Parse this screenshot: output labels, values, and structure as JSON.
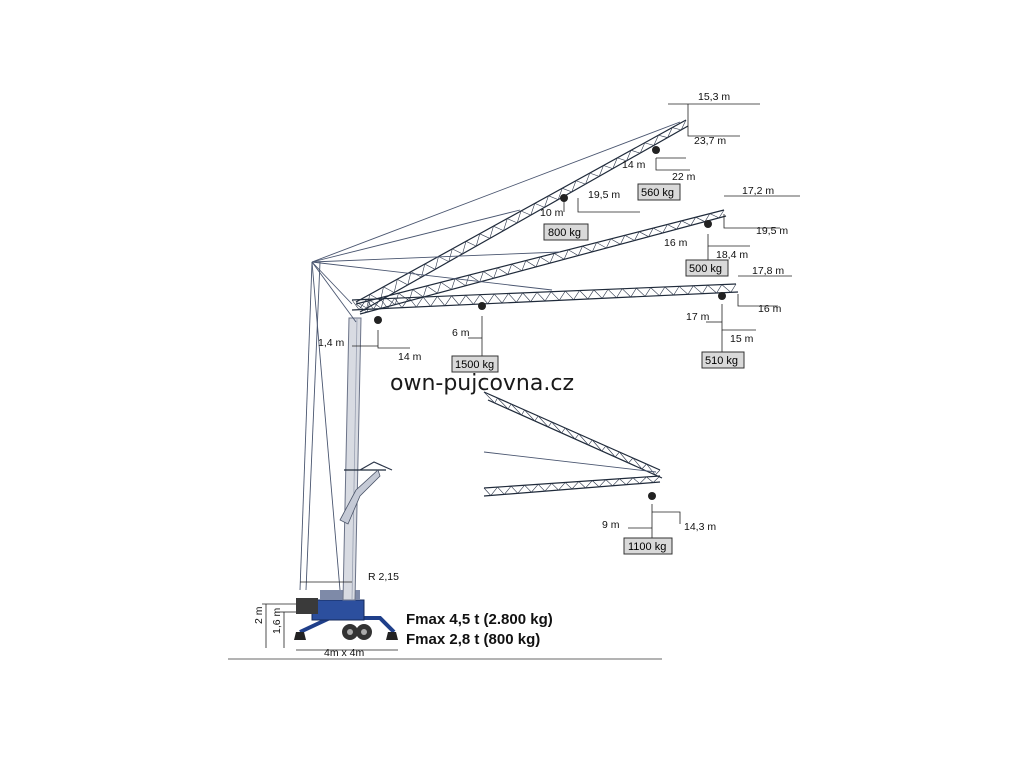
{
  "watermark": "own-pujcovna.cz",
  "fmax": {
    "line1": "Fmax 4,5 t (2.800 kg)",
    "line2": "Fmax 2,8 t (800 kg)"
  },
  "base_labels": {
    "height_total": "2 m",
    "height_chassis": "1,6 m",
    "footprint": "4m x 4m",
    "slew_radius": "R 2,15",
    "mast_offset": "1,4 m"
  },
  "boom_steep": {
    "tip_radius": "15,3 m",
    "tip_height": "23,7 m",
    "mid_radius": "14 m",
    "mid_height": "22 m",
    "mid_load": "560 kg",
    "inner_height": "19,5 m",
    "inner_radius": "10 m",
    "inner_load": "800 kg"
  },
  "boom_mid": {
    "tip_radius": "17,2 m",
    "tip_height": "19,5 m",
    "mid_radius": "16 m",
    "mid_height": "18,4 m",
    "mid_load": "500 kg"
  },
  "boom_flat": {
    "tip_radius": "17,8 m",
    "tip_height": "16 m",
    "mid_radius": "17 m",
    "mid_height": "15 m",
    "mid_load": "510 kg",
    "inner_radius": "6 m",
    "inner_load": "1500 kg",
    "hook_radius": "14 m"
  },
  "folded": {
    "radius": "9 m",
    "height": "14,3 m",
    "load": "1100 kg"
  }
}
